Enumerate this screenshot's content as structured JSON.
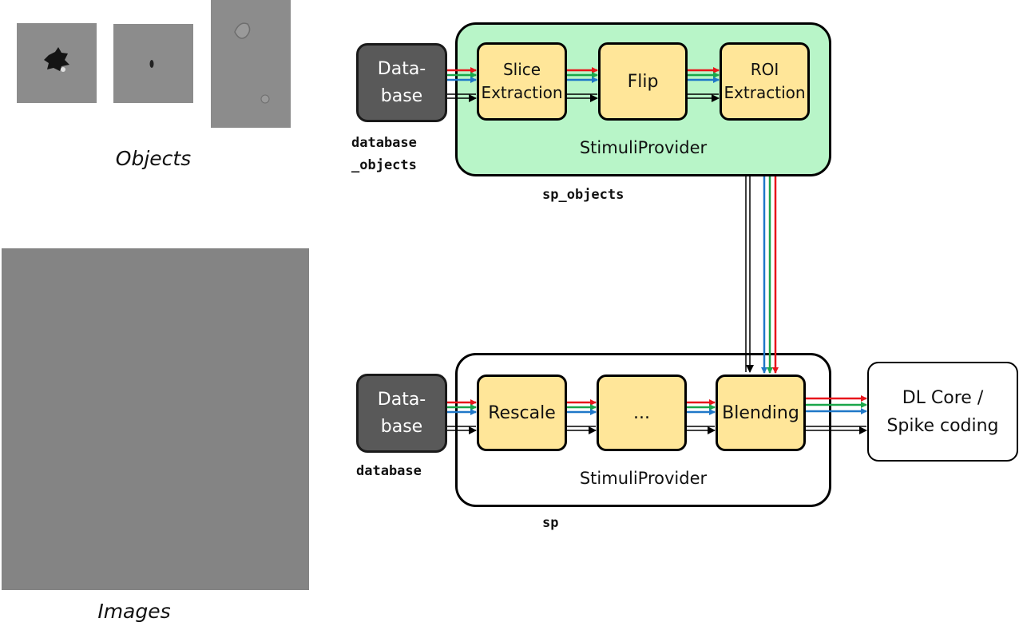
{
  "captions": {
    "objects": "Objects",
    "images": "Images"
  },
  "pipelines": {
    "objects": {
      "database_label": "Data-\nbase",
      "database_var": "database\n_objects",
      "provider_label": "StimuliProvider",
      "provider_var": "sp_objects",
      "provider_color": "#b8f5c8",
      "stages": [
        "Slice\nExtraction",
        "Flip",
        "ROI\nExtraction"
      ]
    },
    "main": {
      "database_label": "Data-\nbase",
      "database_var": "database",
      "provider_label": "StimuliProvider",
      "provider_var": "sp",
      "provider_color": "#ffffff",
      "stages": [
        "Rescale",
        "...",
        "Blending"
      ]
    }
  },
  "output": {
    "label": "DL Core /\nSpike coding"
  },
  "colors": {
    "stage_fill": "#ffe699",
    "database_fill": "#595959",
    "channel_red": "#e8151b",
    "channel_green": "#1aa64a",
    "channel_blue": "#1f78c8",
    "image_gray": "#8c8c8c"
  }
}
